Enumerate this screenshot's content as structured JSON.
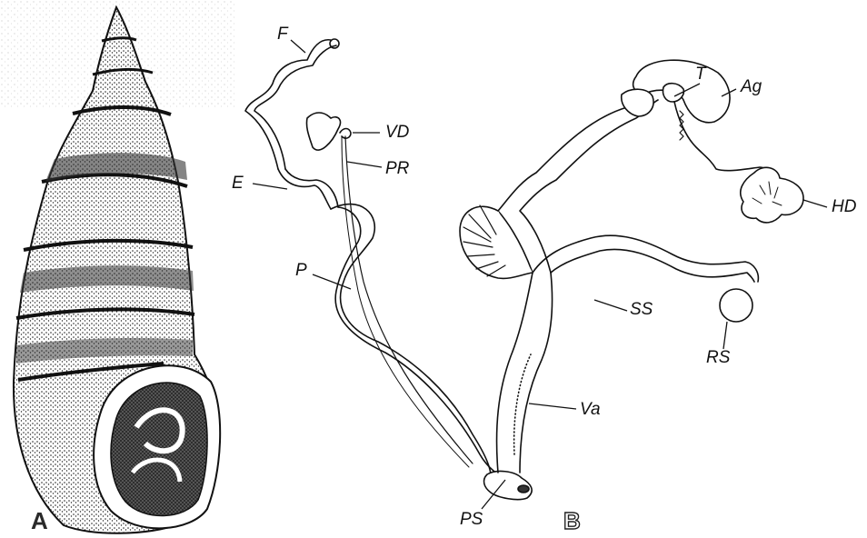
{
  "panels": {
    "a": "A",
    "b": "B"
  },
  "labels": {
    "F": "F",
    "E": "E",
    "VD": "VD",
    "PR": "PR",
    "P": "P",
    "PS": "PS",
    "T": "T",
    "Ag": "Ag",
    "HD": "HD",
    "SS": "SS",
    "RS": "RS",
    "Va": "Va"
  }
}
